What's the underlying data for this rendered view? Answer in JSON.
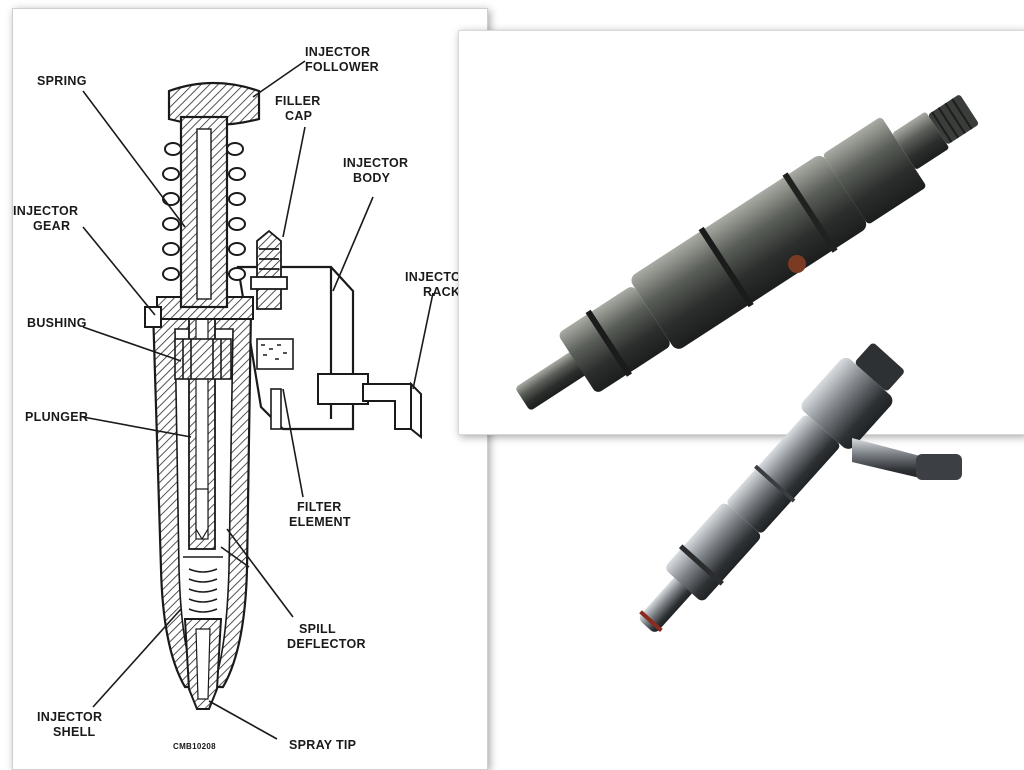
{
  "diagram": {
    "labels": {
      "injector_follower": [
        "INJECTOR",
        "FOLLOWER"
      ],
      "spring": "SPRING",
      "filler_cap": [
        "FILLER",
        "CAP"
      ],
      "injector_body": [
        "INJECTOR",
        "BODY"
      ],
      "injector_gear": [
        "INJECTOR",
        "GEAR"
      ],
      "injector_rack": [
        "INJECTOR",
        "RACK"
      ],
      "bushing": "BUSHING",
      "plunger": "PLUNGER",
      "filter_element": [
        "FILTER",
        "ELEMENT"
      ],
      "spill_deflector": [
        "SPILL",
        "DEFLECTOR"
      ],
      "injector_shell": [
        "INJECTOR",
        "SHELL"
      ],
      "spray_tip": "SPRAY TIP",
      "figure_code": "CMB10208"
    },
    "colors": {
      "line": "#1a1a1a",
      "hatch": "#2a2a2a",
      "paper": "#ffffff"
    }
  },
  "photos": {
    "top_right": {
      "subject": "mechanical-diesel-injector",
      "colors": {
        "metal_dark": "#2b2e2c",
        "metal_mid": "#5a5e58",
        "highlight": "#a9aca4",
        "rust": "#7a3b22"
      }
    },
    "bottom_right": {
      "subject": "common-rail-diesel-injector",
      "colors": {
        "metal_dark": "#2e3134",
        "metal_mid": "#7c8187",
        "highlight": "#d9dde0"
      }
    }
  }
}
